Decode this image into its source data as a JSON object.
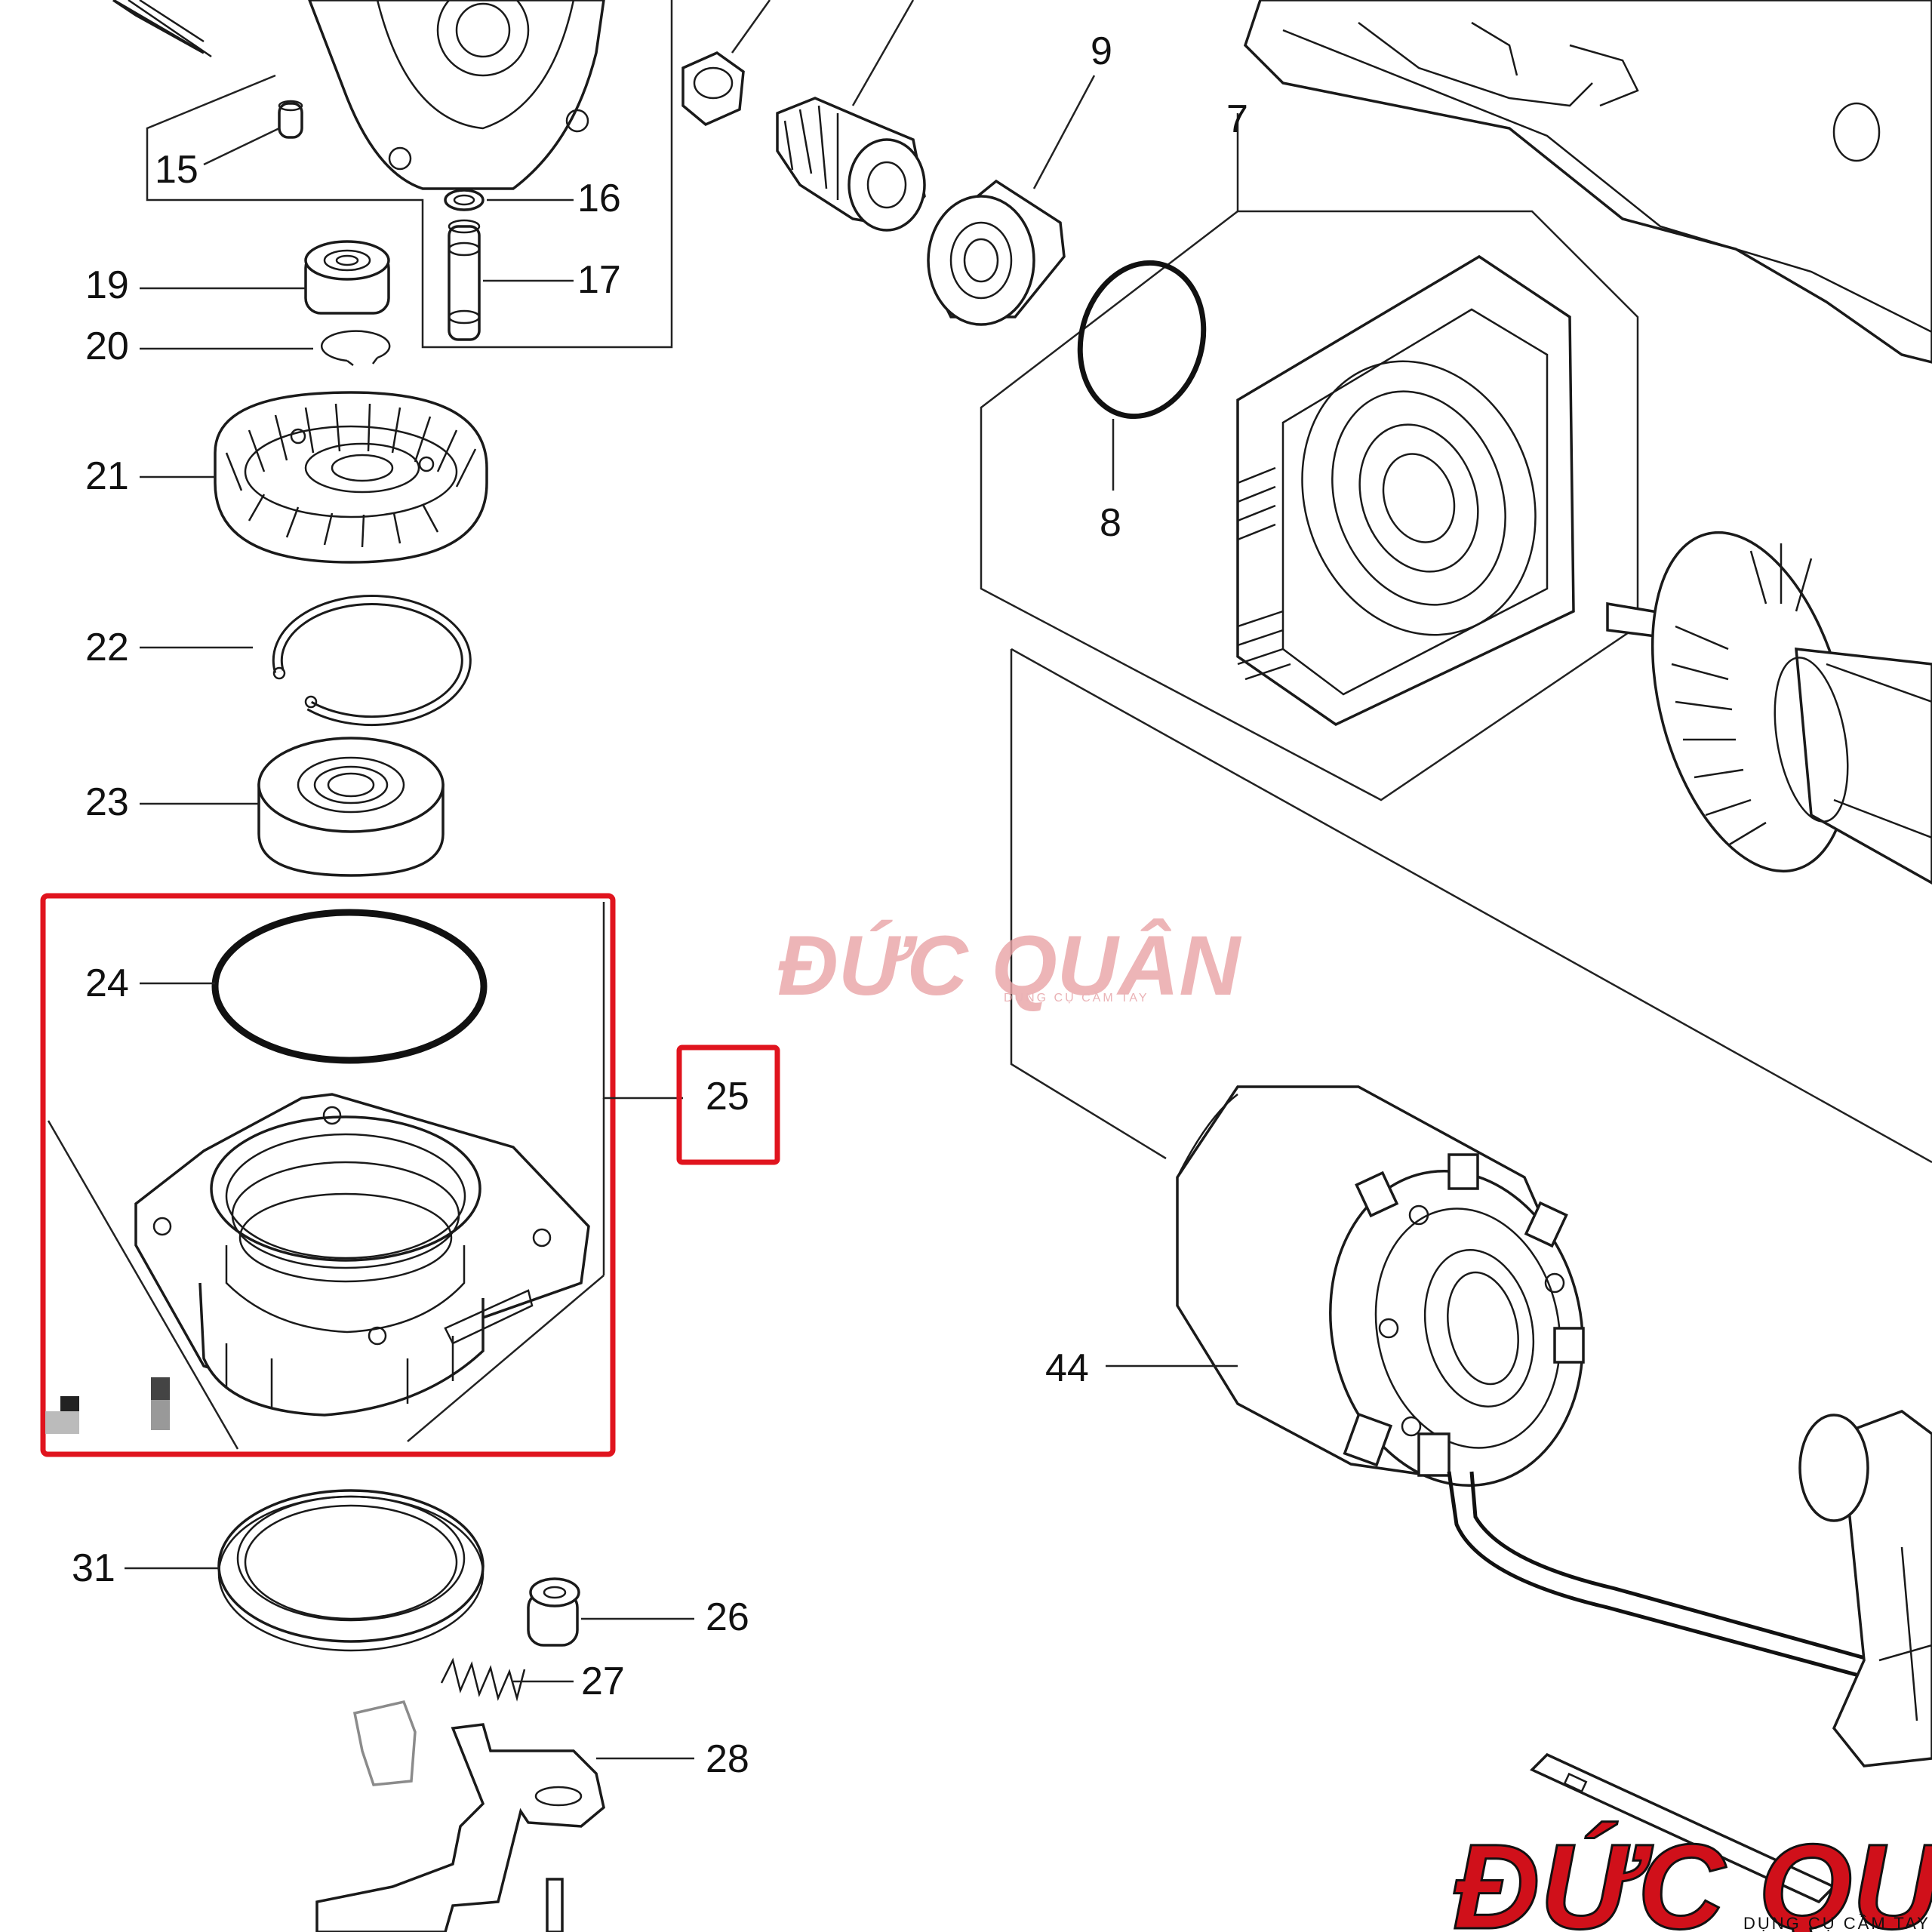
{
  "diagram": {
    "callouts": [
      "7",
      "8",
      "9",
      "15",
      "16",
      "17",
      "19",
      "20",
      "21",
      "22",
      "23",
      "24",
      "25",
      "26",
      "27",
      "28",
      "31",
      "44"
    ],
    "highlight_color": "#e0141e"
  },
  "watermark": {
    "brand": "ĐỨC QUÂN",
    "tagline": "DỤNG CỤ CẦM TAY",
    "brand_colors": {
      "light": "#e9a3a6",
      "dark": "#d0101a",
      "black": "#111111"
    }
  }
}
